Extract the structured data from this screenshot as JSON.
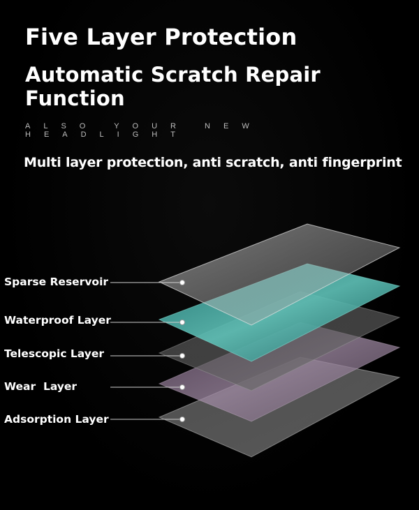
{
  "heading": {
    "title": "Five Layer Protection",
    "subtitle_title": "Automatic Scratch Repair Function",
    "tagline": "ALSO YOUR NEW HEADLIGHT",
    "description": "Multi layer protection, anti scratch, anti fingerprint"
  },
  "layers": [
    {
      "label": "Sparse Reservoir",
      "color": "#cfcfcf"
    },
    {
      "label": "Waterproof Layer",
      "color": "#4fb8b0"
    },
    {
      "label": "Telescopic Layer",
      "color": "#7a7a7a"
    },
    {
      "label": "Wear  Layer",
      "color": "#8a6e8a"
    },
    {
      "label": "Adsorption Layer",
      "color": "#9a9a9a"
    }
  ],
  "colors": {
    "background": "#000000",
    "text": "#ffffff",
    "tagline": "#bfbfbf",
    "leader_line": "#d0d0d0"
  }
}
